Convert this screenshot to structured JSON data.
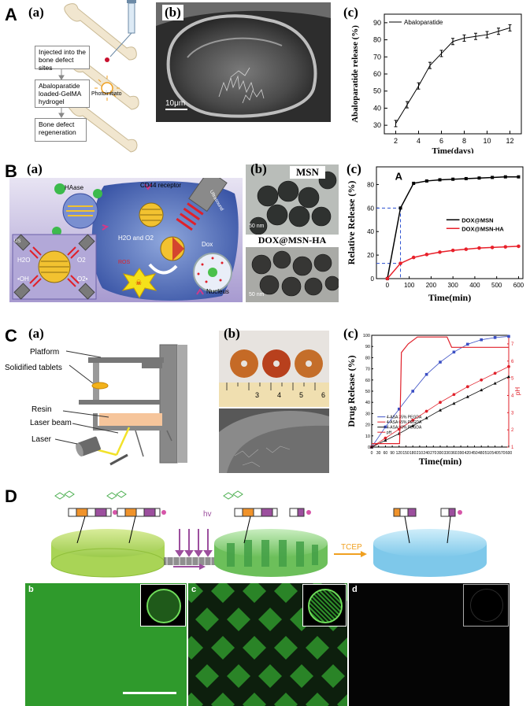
{
  "sections": {
    "A": {
      "letter": "A",
      "panel_a": {
        "label": "(a)",
        "steps": [
          "Injected into the bone defect sites",
          "Abaloparatide loaded-GelMA hydrogel",
          "Bone defect regeneration"
        ],
        "photoinitiator": "Photoinitiato"
      },
      "panel_b": {
        "label": "(b)",
        "scale": "10μm"
      },
      "panel_c": {
        "label": "(c)"
      }
    },
    "B": {
      "letter": "B",
      "panel_a": {
        "label": "(a)",
        "texts": {
          "haase": "HAase",
          "cd44": "CD44 receptor",
          "ultrasound": "Ultrasound",
          "h2o_o2": "H2O and O2",
          "dox": "Dox",
          "ros": "ROS",
          "nucleus": "Nucleus",
          "us": "US",
          "h2o": "H2O",
          "oh": "•OH",
          "o2": "O2",
          "o2r": "O2•"
        }
      },
      "panel_b": {
        "label": "(b)",
        "top": "MSN",
        "bottom": "DOX@MSN-HA",
        "scale": "50 nm"
      },
      "panel_c": {
        "label": "(c)",
        "annot": "A"
      }
    },
    "C": {
      "letter": "C",
      "panel_a": {
        "label": "(a)",
        "parts": [
          "Platform",
          "Solidified tablets",
          "Resin",
          "Laser beam",
          "Laser"
        ]
      },
      "panel_b": {
        "label": "(b)",
        "ruler": [
          "3",
          "4",
          "5",
          "6"
        ]
      },
      "panel_c": {
        "label": "(c)"
      }
    },
    "D": {
      "letter": "D",
      "hv": "hv",
      "tcep": "TCEP",
      "panels": [
        "b",
        "c",
        "d"
      ]
    }
  },
  "chart_data": [
    {
      "type": "line",
      "id": "A-c",
      "title": "",
      "xlabel": "Time(days)",
      "ylabel": "Abaloparatide release (%)",
      "xlim": [
        1,
        13
      ],
      "ylim": [
        25,
        95
      ],
      "xticks": [
        2,
        4,
        6,
        8,
        10,
        12
      ],
      "yticks": [
        30,
        40,
        50,
        60,
        70,
        80,
        90
      ],
      "legend": "top-left",
      "series": [
        {
          "name": "Abaloparatide",
          "x": [
            2,
            3,
            4,
            5,
            6,
            7,
            8,
            9,
            10,
            11,
            12
          ],
          "y": [
            31,
            42,
            53,
            65,
            72,
            79,
            81,
            82,
            83,
            85,
            87
          ]
        }
      ]
    },
    {
      "type": "line",
      "id": "B-c",
      "title": "",
      "xlabel": "Time(min)",
      "ylabel": "Relative Release (%)",
      "xlim": [
        -50,
        620
      ],
      "ylim": [
        0,
        95
      ],
      "xticks": [
        0,
        100,
        200,
        300,
        400,
        500,
        600
      ],
      "yticks": [
        0,
        20,
        40,
        60,
        80
      ],
      "legend": "center-right",
      "series": [
        {
          "name": "DOX@MSN",
          "color": "#000000",
          "x": [
            0,
            60,
            120,
            180,
            240,
            300,
            360,
            420,
            480,
            540,
            600
          ],
          "y": [
            0,
            60,
            81,
            83,
            84,
            84.5,
            85,
            85.5,
            86,
            86.5,
            86.5
          ]
        },
        {
          "name": "DOX@MSN-HA",
          "color": "#e8202a",
          "x": [
            0,
            60,
            120,
            180,
            240,
            300,
            360,
            420,
            480,
            540,
            600
          ],
          "y": [
            0,
            13,
            18,
            20.5,
            22.5,
            24,
            25,
            26,
            26.5,
            27,
            27.5
          ]
        }
      ]
    },
    {
      "type": "line",
      "id": "C-c",
      "title": "",
      "xlabel": "Time(min)",
      "ylabel": "Drug Release (%)",
      "ylabel_right": "pH",
      "xlim": [
        0,
        600
      ],
      "ylim": [
        0,
        100
      ],
      "ylim_right": [
        1,
        7.5
      ],
      "xticks": [
        0,
        30,
        60,
        90,
        120,
        150,
        180,
        210,
        240,
        270,
        300,
        330,
        360,
        390,
        420,
        450,
        480,
        510,
        540,
        570,
        600
      ],
      "yticks": [
        0,
        10,
        20,
        30,
        40,
        50,
        60,
        70,
        80,
        90,
        100
      ],
      "yticks_right": [
        1,
        2,
        3,
        4,
        5,
        6,
        7
      ],
      "legend": "bottom-left",
      "series": [
        {
          "name": "4-ASA 35% PEGDA",
          "color": "#3b4fc4",
          "x": [
            0,
            60,
            120,
            180,
            240,
            300,
            360,
            420,
            480,
            540,
            600
          ],
          "y": [
            0,
            18,
            34,
            50,
            65,
            76,
            85,
            92,
            96,
            98,
            99
          ]
        },
        {
          "name": "4-ASA 65% PEGDA",
          "color": "#e0202a",
          "x": [
            0,
            60,
            120,
            180,
            240,
            300,
            360,
            420,
            480,
            540,
            600
          ],
          "y": [
            0,
            8,
            16,
            24,
            32,
            40,
            47,
            54,
            60,
            66,
            72
          ]
        },
        {
          "name": "4-ASA 90% PEGDA",
          "color": "#111111",
          "x": [
            0,
            60,
            120,
            180,
            240,
            300,
            360,
            420,
            480,
            540,
            600
          ],
          "y": [
            0,
            6,
            12,
            19,
            26,
            33,
            39,
            45,
            51,
            57,
            63
          ]
        },
        {
          "name": "pH",
          "color": "#e0202a",
          "axis": "right",
          "x": [
            0,
            118,
            122,
            130,
            160,
            200,
            330,
            350,
            600
          ],
          "y": [
            1.2,
            1.2,
            1.2,
            6.5,
            7.0,
            7.4,
            7.4,
            6.8,
            6.8
          ]
        }
      ]
    }
  ]
}
